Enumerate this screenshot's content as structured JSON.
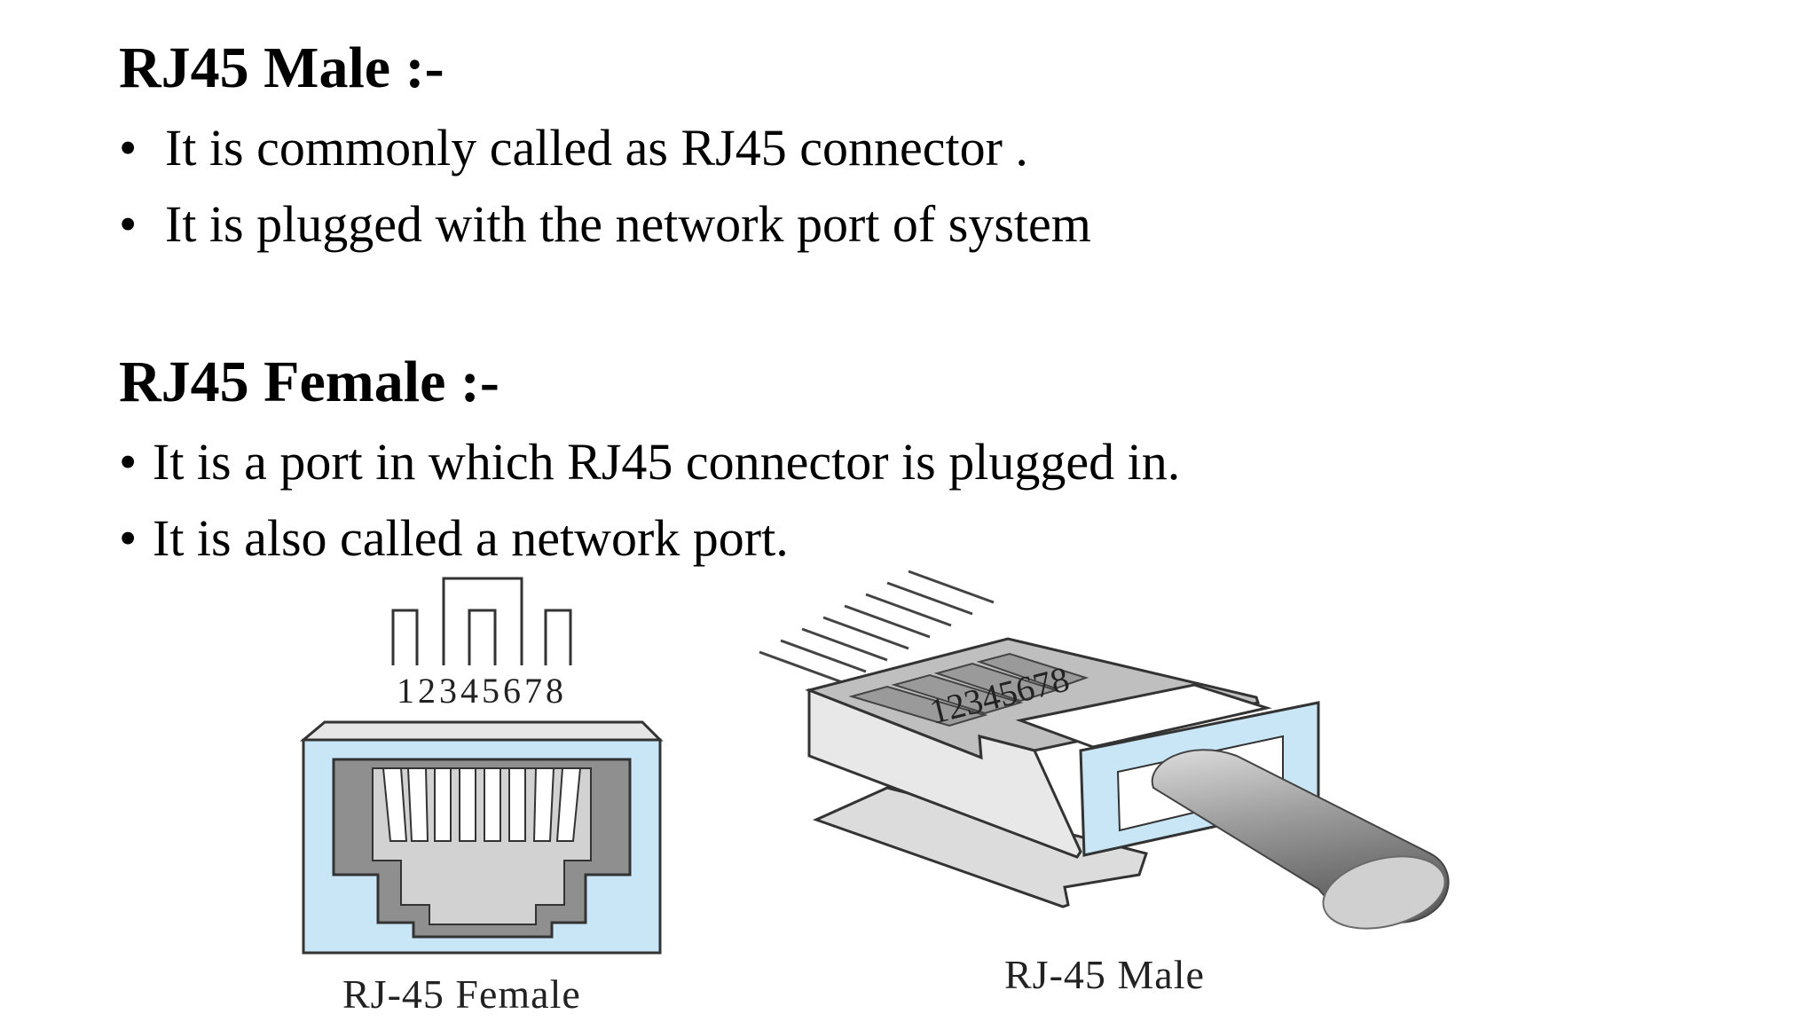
{
  "sections": {
    "male": {
      "heading": "RJ45 Male :-",
      "bullets": [
        "It is commonly called as RJ45 connector .",
        "It is plugged with the network port of system"
      ]
    },
    "female": {
      "heading": "RJ45 Female :-",
      "bullets": [
        "It is a port in which RJ45 connector is plugged in.",
        "It is also called a network port."
      ]
    }
  },
  "bullet_glyph": "•",
  "figure": {
    "female_pins": "12345678",
    "male_pins": "12345678",
    "female_caption": "RJ-45 Female",
    "male_caption": "RJ-45 Male",
    "colors": {
      "housing_blue": "#c8e6f5",
      "insert_gray": "#8f8f8f",
      "light_gray": "#d8d8d8",
      "outline": "#333333"
    }
  }
}
